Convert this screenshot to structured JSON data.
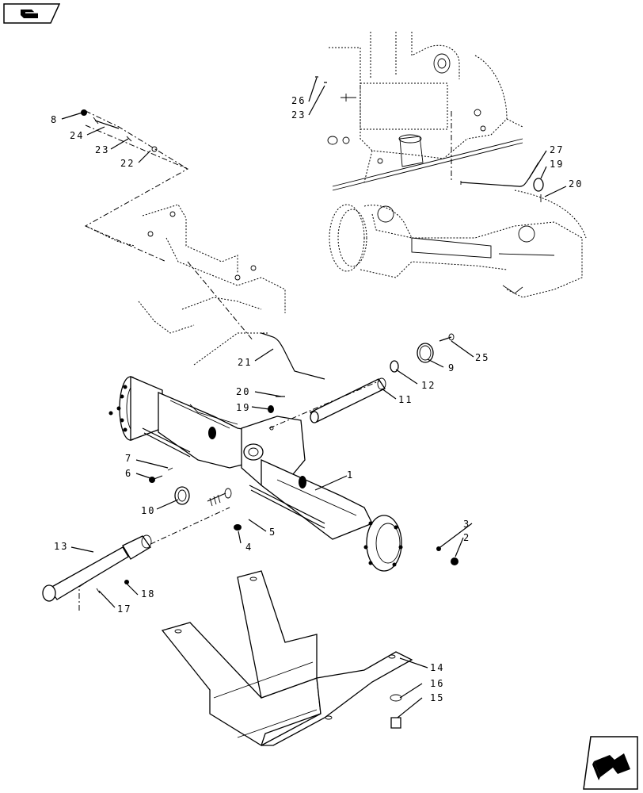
{
  "navigation": {
    "top_icon": "book-arrow-icon",
    "bottom_icon": "next-page-arrow-icon"
  },
  "callouts": [
    {
      "id": "c1",
      "text": "1"
    },
    {
      "id": "c2",
      "text": "2"
    },
    {
      "id": "c3",
      "text": "3"
    },
    {
      "id": "c4",
      "text": "4"
    },
    {
      "id": "c5",
      "text": "5"
    },
    {
      "id": "c6",
      "text": "6"
    },
    {
      "id": "c7",
      "text": "7"
    },
    {
      "id": "c8",
      "text": "8"
    },
    {
      "id": "c9",
      "text": "9"
    },
    {
      "id": "c10",
      "text": "10"
    },
    {
      "id": "c11",
      "text": "11"
    },
    {
      "id": "c12",
      "text": "12"
    },
    {
      "id": "c13",
      "text": "13"
    },
    {
      "id": "c14",
      "text": "14"
    },
    {
      "id": "c15",
      "text": "15"
    },
    {
      "id": "c16",
      "text": "16"
    },
    {
      "id": "c17",
      "text": "17"
    },
    {
      "id": "c18",
      "text": "18"
    },
    {
      "id": "c19a",
      "text": "19"
    },
    {
      "id": "c19b",
      "text": "19"
    },
    {
      "id": "c20a",
      "text": "20"
    },
    {
      "id": "c20b",
      "text": "20"
    },
    {
      "id": "c21",
      "text": "21"
    },
    {
      "id": "c22",
      "text": "22"
    },
    {
      "id": "c23a",
      "text": "23"
    },
    {
      "id": "c23b",
      "text": "23"
    },
    {
      "id": "c24",
      "text": "24"
    },
    {
      "id": "c25",
      "text": "25"
    },
    {
      "id": "c26",
      "text": "26"
    },
    {
      "id": "c27",
      "text": "27"
    }
  ]
}
